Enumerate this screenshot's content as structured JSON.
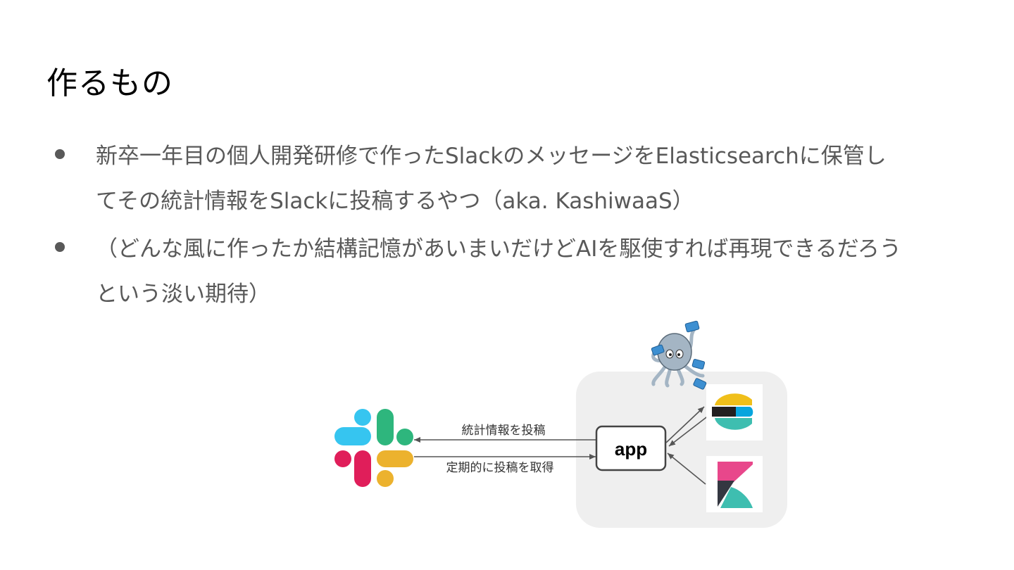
{
  "slide": {
    "title": "作るもの",
    "bullets": [
      "新卒一年目の個人開発研修で作ったSlackのメッセージをElasticsearchに保管し\nてその統計情報をSlackに投稿するやつ（aka. KashiwaaS）",
      "（どんな風に作ったか結構記憶があいまいだけどAIを駆使すれば再現できるだろう\nという淡い期待）"
    ]
  },
  "diagram": {
    "app_label": "app",
    "edge_post_stats": "統計情報を投稿",
    "edge_fetch_periodic": "定期的に投稿を取得",
    "colors": {
      "container_bg": "#efefef",
      "arrow": "#555555",
      "slack_blue": "#36c5f0",
      "slack_green": "#2eb67d",
      "slack_yellow": "#ecb22e",
      "slack_red": "#e01e5a",
      "elastic_yellow": "#f0bf1a",
      "elastic_teal": "#3ebeb0",
      "elastic_blue": "#07a5de",
      "elastic_dark": "#231f20",
      "kibana_pink": "#e8478b",
      "kibana_teal": "#3ebeb0",
      "kibana_dark": "#343741",
      "docker_body": "#a4b5c4"
    },
    "icons": [
      "slack-logo-icon",
      "docker-compose-octopus-icon",
      "elasticsearch-logo-icon",
      "kibana-logo-icon"
    ]
  }
}
